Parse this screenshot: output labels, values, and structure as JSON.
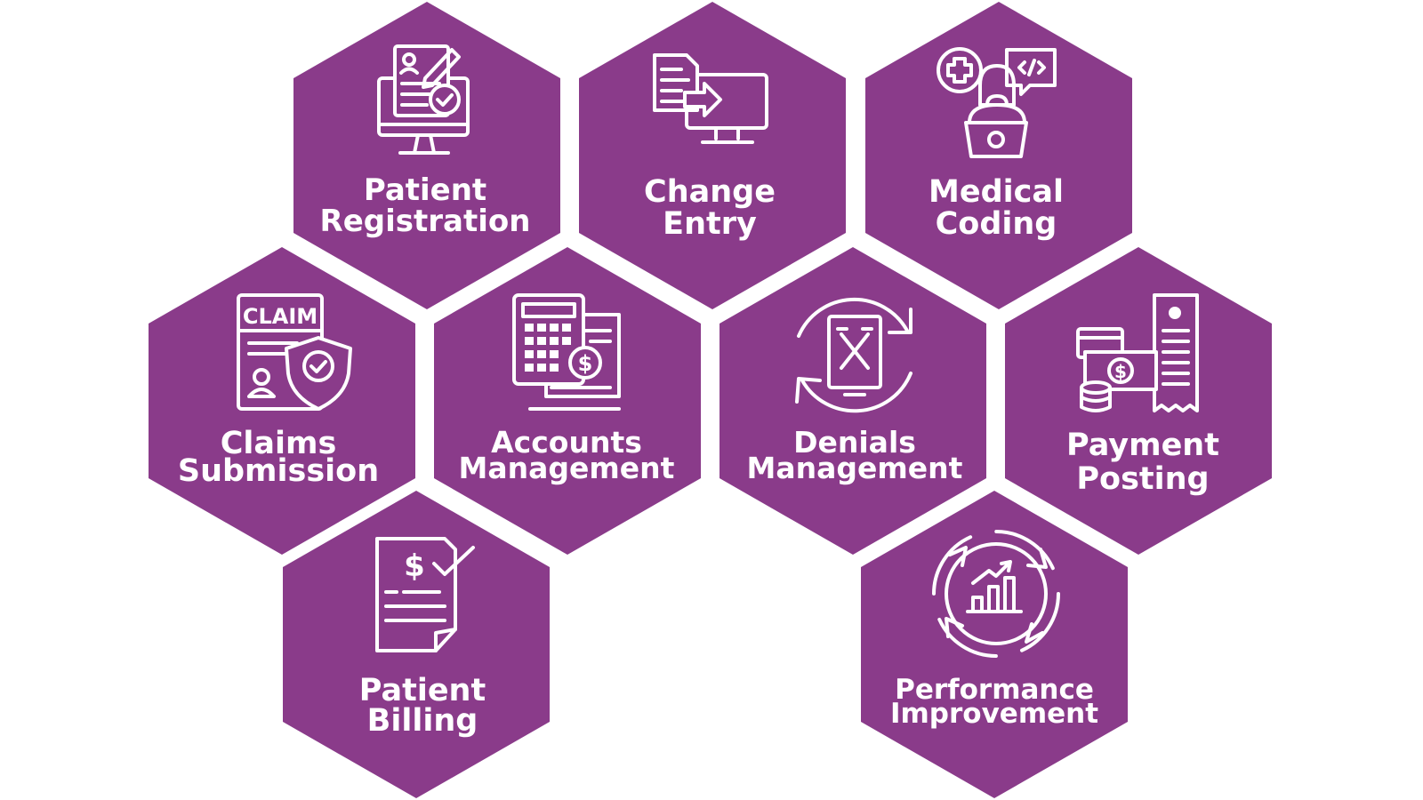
{
  "colors": {
    "hex_fill": "#8a3b8a",
    "background": "#ffffff",
    "foreground": "#ffffff"
  },
  "hexagons": [
    {
      "id": "patient-registration",
      "lines": [
        "Patient",
        "Registration"
      ],
      "icon": "registration-monitor-icon"
    },
    {
      "id": "change-entry",
      "lines": [
        "Change",
        "Entry"
      ],
      "icon": "document-to-monitor-icon"
    },
    {
      "id": "medical-coding",
      "lines": [
        "Medical",
        "Coding"
      ],
      "icon": "coder-at-laptop-icon"
    },
    {
      "id": "claims-submission",
      "lines": [
        "Claims",
        "Submission"
      ],
      "icon": "claim-shield-icon",
      "badge": "CLAIM"
    },
    {
      "id": "accounts-management",
      "lines": [
        "Accounts",
        "Management"
      ],
      "icon": "calculator-invoice-icon",
      "badge": "$"
    },
    {
      "id": "denials-management",
      "lines": [
        "Denials",
        "Management"
      ],
      "icon": "denied-document-cycle-icon"
    },
    {
      "id": "payment-posting",
      "lines": [
        "Payment",
        "Posting"
      ],
      "icon": "cash-receipt-icon",
      "badge": "$"
    },
    {
      "id": "patient-billing",
      "lines": [
        "Patient",
        "Billing"
      ],
      "icon": "bill-checkmark-icon",
      "badge": "$"
    },
    {
      "id": "performance-improvement",
      "lines": [
        "Performance",
        "Improvement"
      ],
      "icon": "growth-chart-cycle-icon"
    }
  ]
}
